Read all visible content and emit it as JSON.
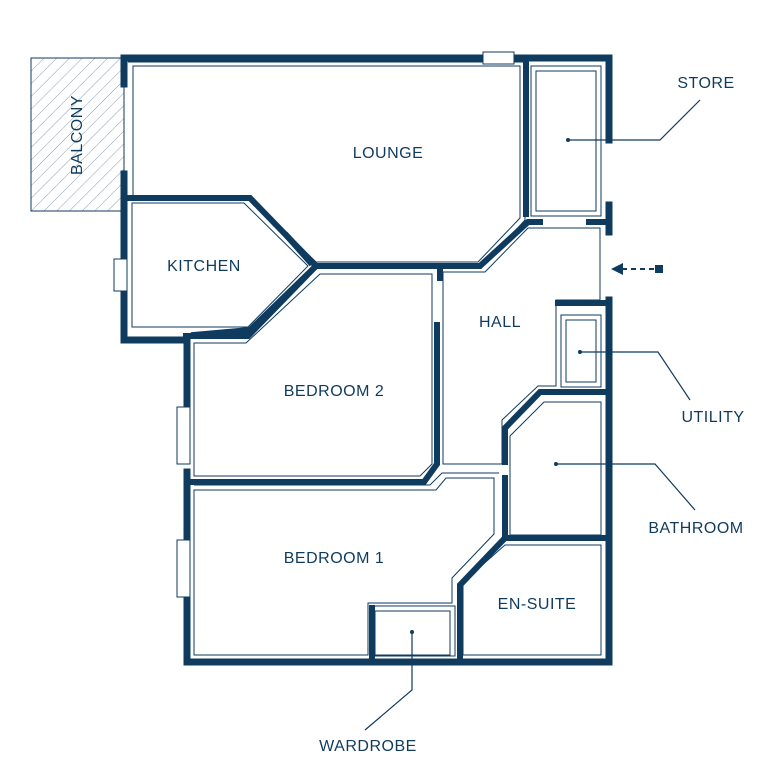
{
  "floorplan": {
    "colors": {
      "wall": "#0f3b5f",
      "background": "#ffffff",
      "hatch": "#0f3b5f"
    },
    "rooms": {
      "balcony": "BALCONY",
      "lounge": "LOUNGE",
      "kitchen": "KITCHEN",
      "hall": "HALL",
      "bedroom2": "BEDROOM 2",
      "bedroom1": "BEDROOM 1",
      "ensuite": "EN-SUITE"
    },
    "callouts": {
      "store": "STORE",
      "utility": "UTILITY",
      "bathroom": "BATHROOM",
      "wardrobe": "WARDROBE"
    },
    "entrance_icon": "entrance-arrow-icon"
  }
}
